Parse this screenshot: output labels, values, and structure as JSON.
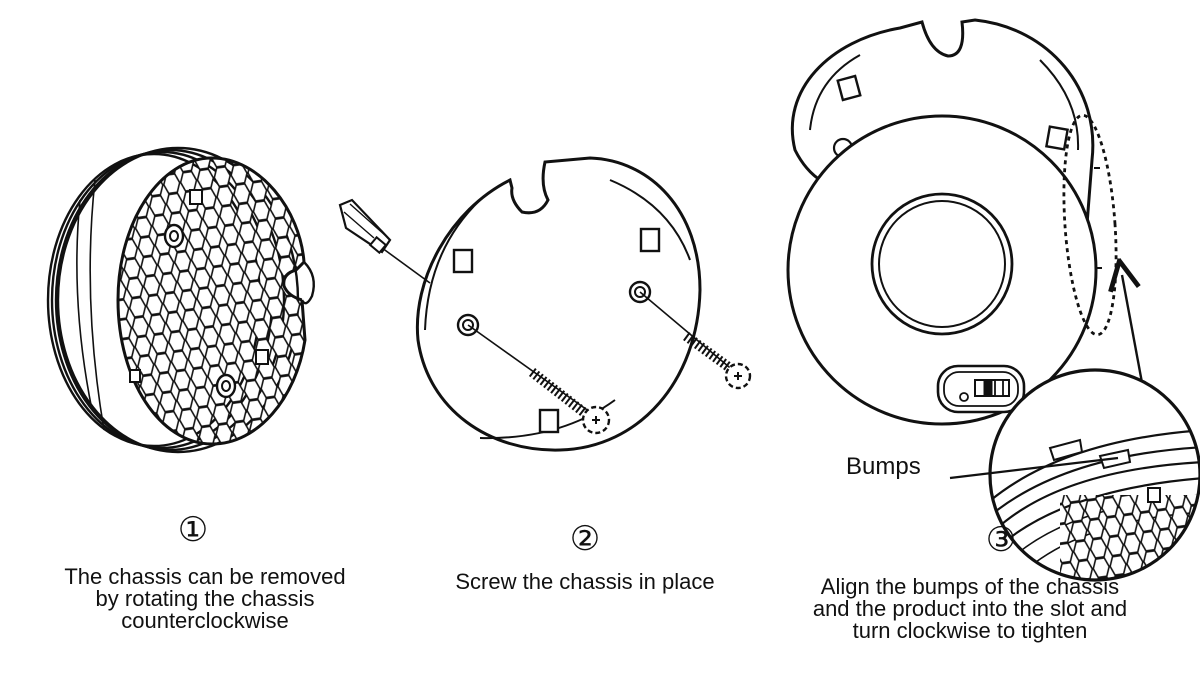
{
  "steps": [
    {
      "number": "①",
      "caption_lines": [
        "The chassis can be removed",
        "by rotating the chassis",
        "counterclockwise"
      ]
    },
    {
      "number": "②",
      "caption_lines": [
        "Screw the chassis in place"
      ]
    },
    {
      "number": "③",
      "caption_lines": [
        "Align the bumps of the chassis",
        "and the product into the slot and",
        "turn clockwise to tighten"
      ]
    }
  ],
  "callout": {
    "label": "Bumps"
  },
  "colors": {
    "line": "#111111",
    "background": "#ffffff"
  }
}
